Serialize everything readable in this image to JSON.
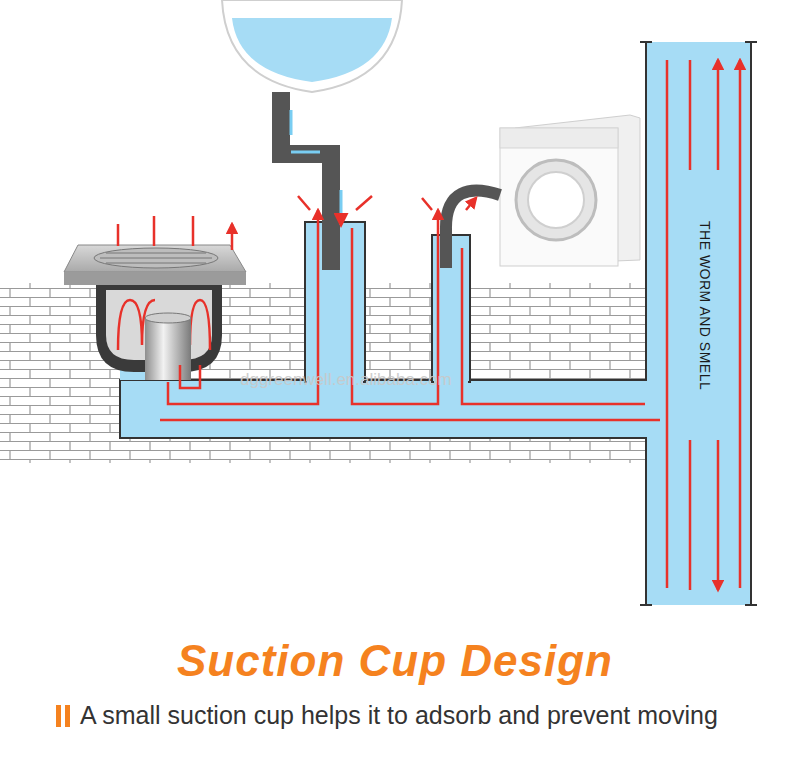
{
  "diagram": {
    "title": "Suction Cup Design",
    "caption": "A small suction cup helps it to adsorb and prevent moving",
    "nodes": [
      {
        "text": [
          "THE WORM AND SMELL"
        ]
      }
    ],
    "labels": [
      "dggreenwell.en.alibaba.com"
    ]
  }
}
